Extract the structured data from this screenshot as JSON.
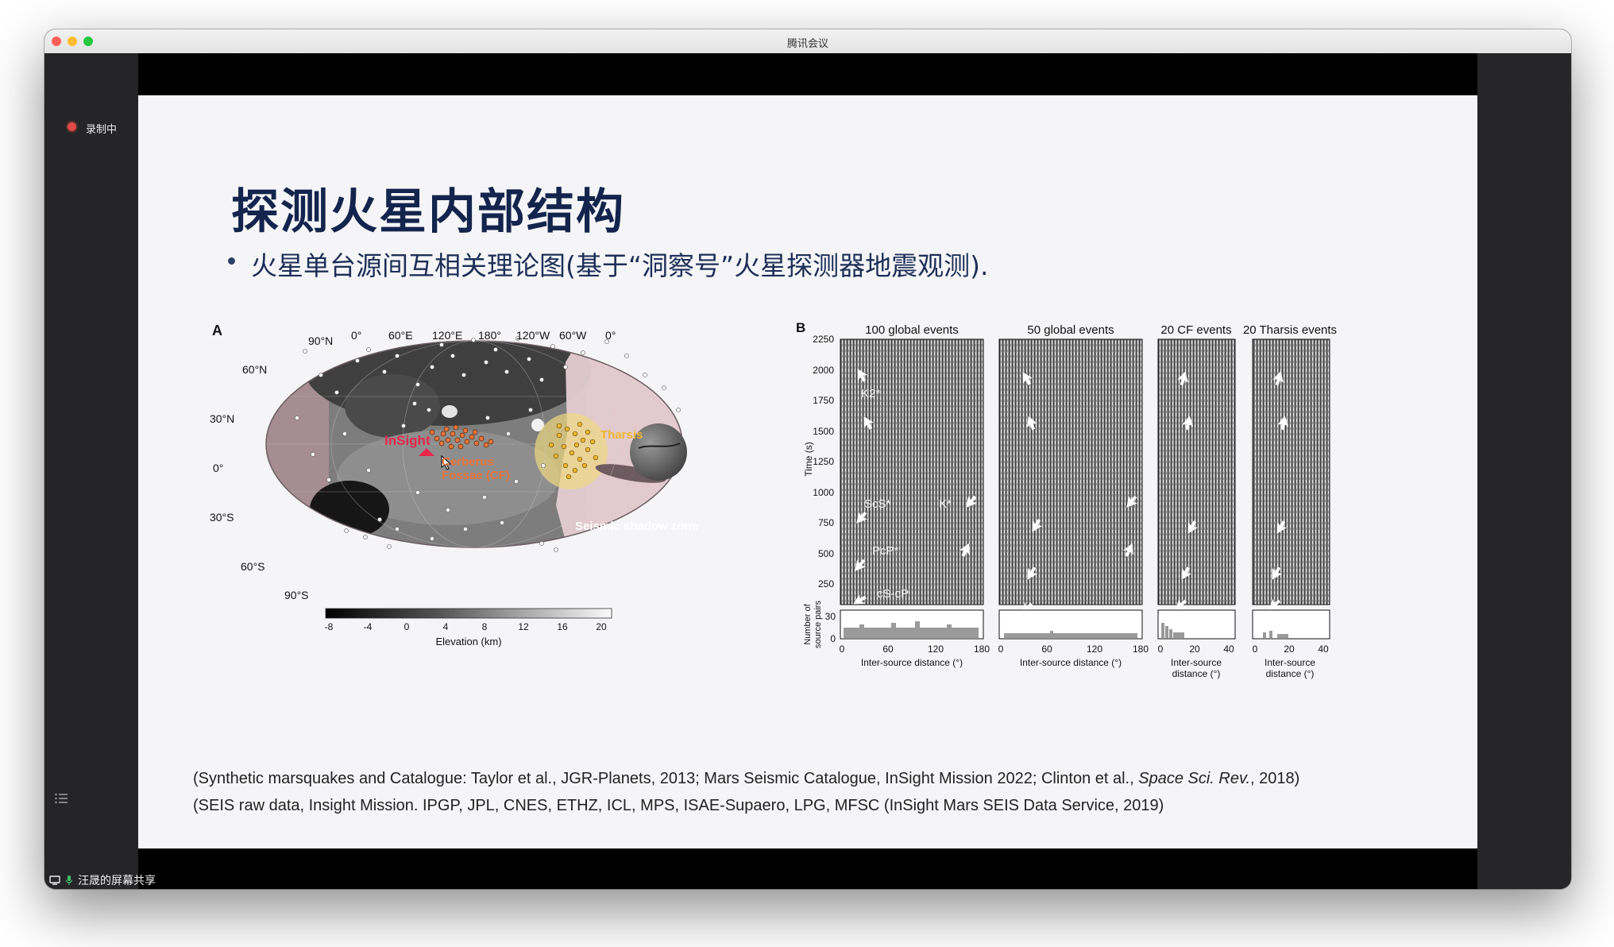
{
  "window": {
    "title": "腾讯会议",
    "recording_label": "录制中",
    "share_label": "汪晟的屏幕共享"
  },
  "slide": {
    "title": "探测火星内部结构",
    "bullet": "火星单台源间互相关理论图(基于“洞察号”火星探测器地震观测).",
    "citation1": {
      "pre": "(Synthetic marsquakes and Catalogue: Taylor et al., JGR-Planets, 2013; Mars Seismic Catalogue, InSight Mission 2022; Clinton et al., ",
      "journal": "Space Sci. Rev.",
      "post": ", 2018)"
    },
    "citation2": "(SEIS raw data, Insight Mission. IPGP, JPL, CNES, ETHZ, ICL, MPS, ISAE-Supaero, LPG, MFSC (InSight Mars SEIS Data Service, 2019)"
  },
  "figA": {
    "panel_label": "A",
    "lon_labels": [
      "90°N",
      "0°",
      "60°E",
      "120°E",
      "180°",
      "120°W",
      "60°W",
      "0°"
    ],
    "lat_labels": [
      "60°N",
      "30°N",
      "0°",
      "30°S",
      "60°S",
      "90°S"
    ],
    "insight_label": "InSight",
    "cf_label_line1": "Cerberus",
    "cf_label_line2": "Fossae (CF)",
    "tharsis_label": "Tharsis",
    "shadow_label": "Seismic shadow zone",
    "colorbar_ticks": [
      "-8",
      "-4",
      "0",
      "4",
      "8",
      "12",
      "16",
      "20"
    ],
    "colorbar_label": "Elevation (km)"
  },
  "figB": {
    "panel_label": "B",
    "ylabel": "Time (s)",
    "yticks": [
      "2250",
      "2000",
      "1750",
      "1500",
      "1250",
      "1000",
      "750",
      "500",
      "250"
    ],
    "hist_ylabel_line1": "Number of",
    "hist_ylabel_line2": "source pairs",
    "hist_yticks": [
      "30",
      "0"
    ],
    "phases": [
      "K2*",
      "ScS*",
      "K*",
      "PcP*",
      "cS-cP"
    ],
    "panels": [
      {
        "title": "100 global events",
        "xticks": [
          "0",
          "60",
          "120",
          "180"
        ],
        "xlabel": "Inter-source distance (°)"
      },
      {
        "title": "50 global events",
        "xticks": [
          "0",
          "60",
          "120",
          "180"
        ],
        "xlabel": "Inter-source distance (°)"
      },
      {
        "title": "20 CF events",
        "xticks": [
          "0",
          "20",
          "40"
        ],
        "xlabel_line1": "Inter-source",
        "xlabel_line2": "distance (°)"
      },
      {
        "title": "20 Tharsis events",
        "xticks": [
          "0",
          "20",
          "40"
        ],
        "xlabel_line1": "Inter-source",
        "xlabel_line2": "distance (°)"
      }
    ]
  },
  "colors": {
    "title": "#13254d",
    "insight": "#e8254a",
    "cf_events": "#e8743a",
    "tharsis": "#f0b62e",
    "shadow_zone": "#e5cdd2",
    "recording": "#e14a46"
  }
}
